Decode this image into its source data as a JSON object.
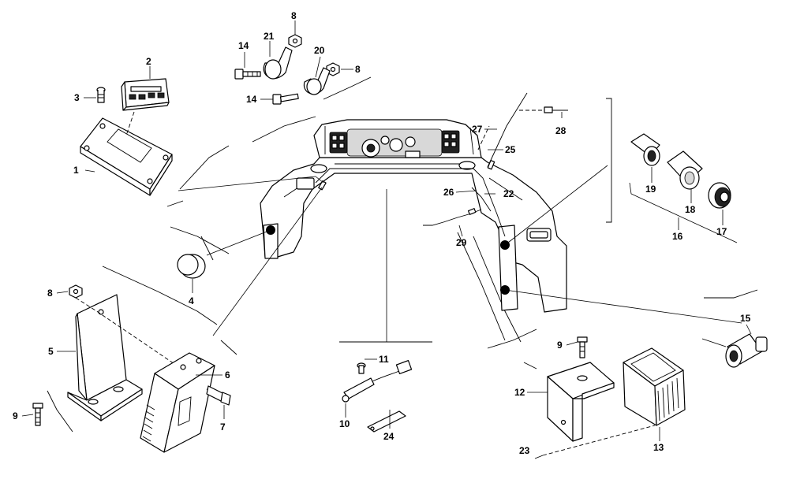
{
  "diagram": {
    "callouts": [
      {
        "id": "c1",
        "label": "1"
      },
      {
        "id": "c2",
        "label": "2"
      },
      {
        "id": "c3",
        "label": "3"
      },
      {
        "id": "c4",
        "label": "4"
      },
      {
        "id": "c5",
        "label": "5"
      },
      {
        "id": "c6",
        "label": "6"
      },
      {
        "id": "c7",
        "label": "7"
      },
      {
        "id": "c8a",
        "label": "8"
      },
      {
        "id": "c8b",
        "label": "8"
      },
      {
        "id": "c8c",
        "label": "8"
      },
      {
        "id": "c9a",
        "label": "9"
      },
      {
        "id": "c9b",
        "label": "9"
      },
      {
        "id": "c10",
        "label": "10"
      },
      {
        "id": "c11",
        "label": "11"
      },
      {
        "id": "c12",
        "label": "12"
      },
      {
        "id": "c13",
        "label": "13"
      },
      {
        "id": "c14a",
        "label": "14"
      },
      {
        "id": "c14b",
        "label": "14"
      },
      {
        "id": "c15",
        "label": "15"
      },
      {
        "id": "c16",
        "label": "16"
      },
      {
        "id": "c17",
        "label": "17"
      },
      {
        "id": "c18",
        "label": "18"
      },
      {
        "id": "c19",
        "label": "19"
      },
      {
        "id": "c20",
        "label": "20"
      },
      {
        "id": "c21",
        "label": "21"
      },
      {
        "id": "c22",
        "label": "22"
      },
      {
        "id": "c23",
        "label": "23"
      },
      {
        "id": "c24",
        "label": "24"
      },
      {
        "id": "c25",
        "label": "25"
      },
      {
        "id": "c26",
        "label": "26"
      },
      {
        "id": "c27",
        "label": "27"
      },
      {
        "id": "c28",
        "label": "28"
      },
      {
        "id": "c29",
        "label": "29"
      }
    ]
  }
}
